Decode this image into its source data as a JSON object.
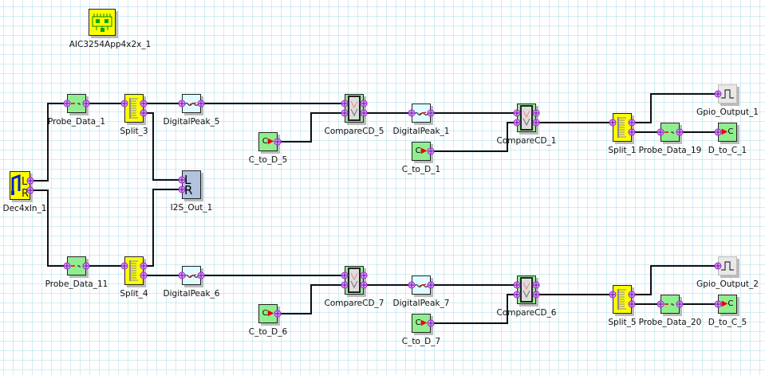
{
  "colors": {
    "grid": "#a9d9e9",
    "wire": "#111111",
    "port": "#cc44ff",
    "probe": "#90ee90",
    "split": "#ffff00",
    "peak": "#e0fbff",
    "io_out": "#b0c4de"
  },
  "blocks": {
    "aic": {
      "label": "AIC3254App4x2x_1",
      "icon": "chip-icon"
    },
    "dec": {
      "label": "Dec4xIn_1",
      "icon": "music-note-icon",
      "ports": [
        "L",
        "R"
      ]
    },
    "pd1": {
      "label": "Probe_Data_1",
      "icon": "probe-icon"
    },
    "pd11": {
      "label": "Probe_Data_11",
      "icon": "probe-icon"
    },
    "sp3": {
      "label": "Split_3",
      "icon": "split-icon"
    },
    "sp4": {
      "label": "Split_4",
      "icon": "split-icon"
    },
    "dp5": {
      "label": "DigitalPeak_5",
      "icon": "peak-icon"
    },
    "dp6": {
      "label": "DigitalPeak_6",
      "icon": "peak-icon"
    },
    "i2s": {
      "label": "I2S_Out_1",
      "ports": [
        "L",
        "R"
      ]
    },
    "ctd5": {
      "label": "C_to_D_5",
      "text": "C"
    },
    "ctd6": {
      "label": "C_to_D_6",
      "text": "C"
    },
    "cmp5": {
      "label": "CompareCD_5",
      "icon": "compare-icon"
    },
    "cmp7": {
      "label": "CompareCD_7",
      "icon": "compare-icon"
    },
    "dp1": {
      "label": "DigitalPeak_1",
      "icon": "peak-icon"
    },
    "dp7": {
      "label": "DigitalPeak_7",
      "icon": "peak-icon"
    },
    "ctd1": {
      "label": "C_to_D_1",
      "text": "C"
    },
    "ctd7": {
      "label": "C_to_D_7",
      "text": "C"
    },
    "cmp1": {
      "label": "CompareCD_1",
      "icon": "compare-icon"
    },
    "cmp6": {
      "label": "CompareCD_6",
      "icon": "compare-icon"
    },
    "sp1": {
      "label": "Split_1",
      "icon": "split-icon"
    },
    "sp5": {
      "label": "Split_5",
      "icon": "split-icon"
    },
    "pd19": {
      "label": "Probe_Data_19",
      "icon": "probe-icon"
    },
    "pd20": {
      "label": "Probe_Data_20",
      "icon": "probe-icon"
    },
    "dtc1": {
      "label": "D_to_C_1",
      "text": "C"
    },
    "dtc5": {
      "label": "D_to_C_5",
      "text": "C"
    },
    "gpio1": {
      "label": "Gpio_Output_1",
      "icon": "pulse-icon"
    },
    "gpio2": {
      "label": "Gpio_Output_2",
      "icon": "pulse-icon"
    }
  }
}
